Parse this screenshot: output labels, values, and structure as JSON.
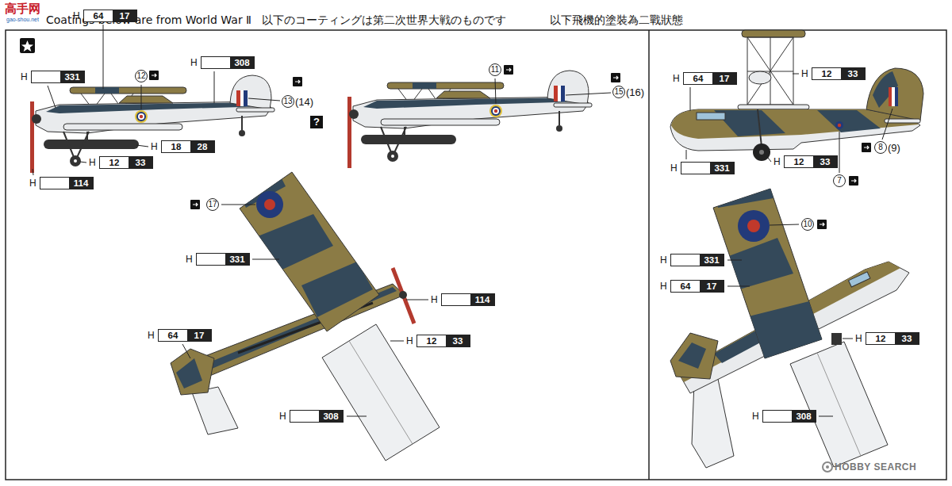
{
  "diagram": {
    "labels": [
      "高手网",
      "gao-shou.net",
      "Coatings below are from World War Ⅱ",
      "以下のコーティングは第二次世界大戦のものです",
      "以下飛機的塗裝為二戰狀態",
      "H",
      "64",
      "17",
      "H",
      "331",
      "H",
      "308",
      "H",
      "18",
      "28",
      "H",
      "12",
      "33",
      "H",
      "114",
      "12",
      "13",
      "(14)",
      "11",
      "15",
      "(16)",
      "?",
      "17",
      "H",
      "331",
      "H",
      "114",
      "H",
      "12",
      "33",
      "H",
      "64",
      "17",
      "H",
      "308",
      "H",
      "64",
      "17",
      "H",
      "12",
      "33",
      "8",
      "(9)",
      "H",
      "331",
      "H",
      "12",
      "33",
      "7",
      "10",
      "H",
      "331",
      "H",
      "64",
      "17",
      "H",
      "12",
      "33",
      "H",
      "308",
      "HOBBY SEARCH"
    ]
  }
}
